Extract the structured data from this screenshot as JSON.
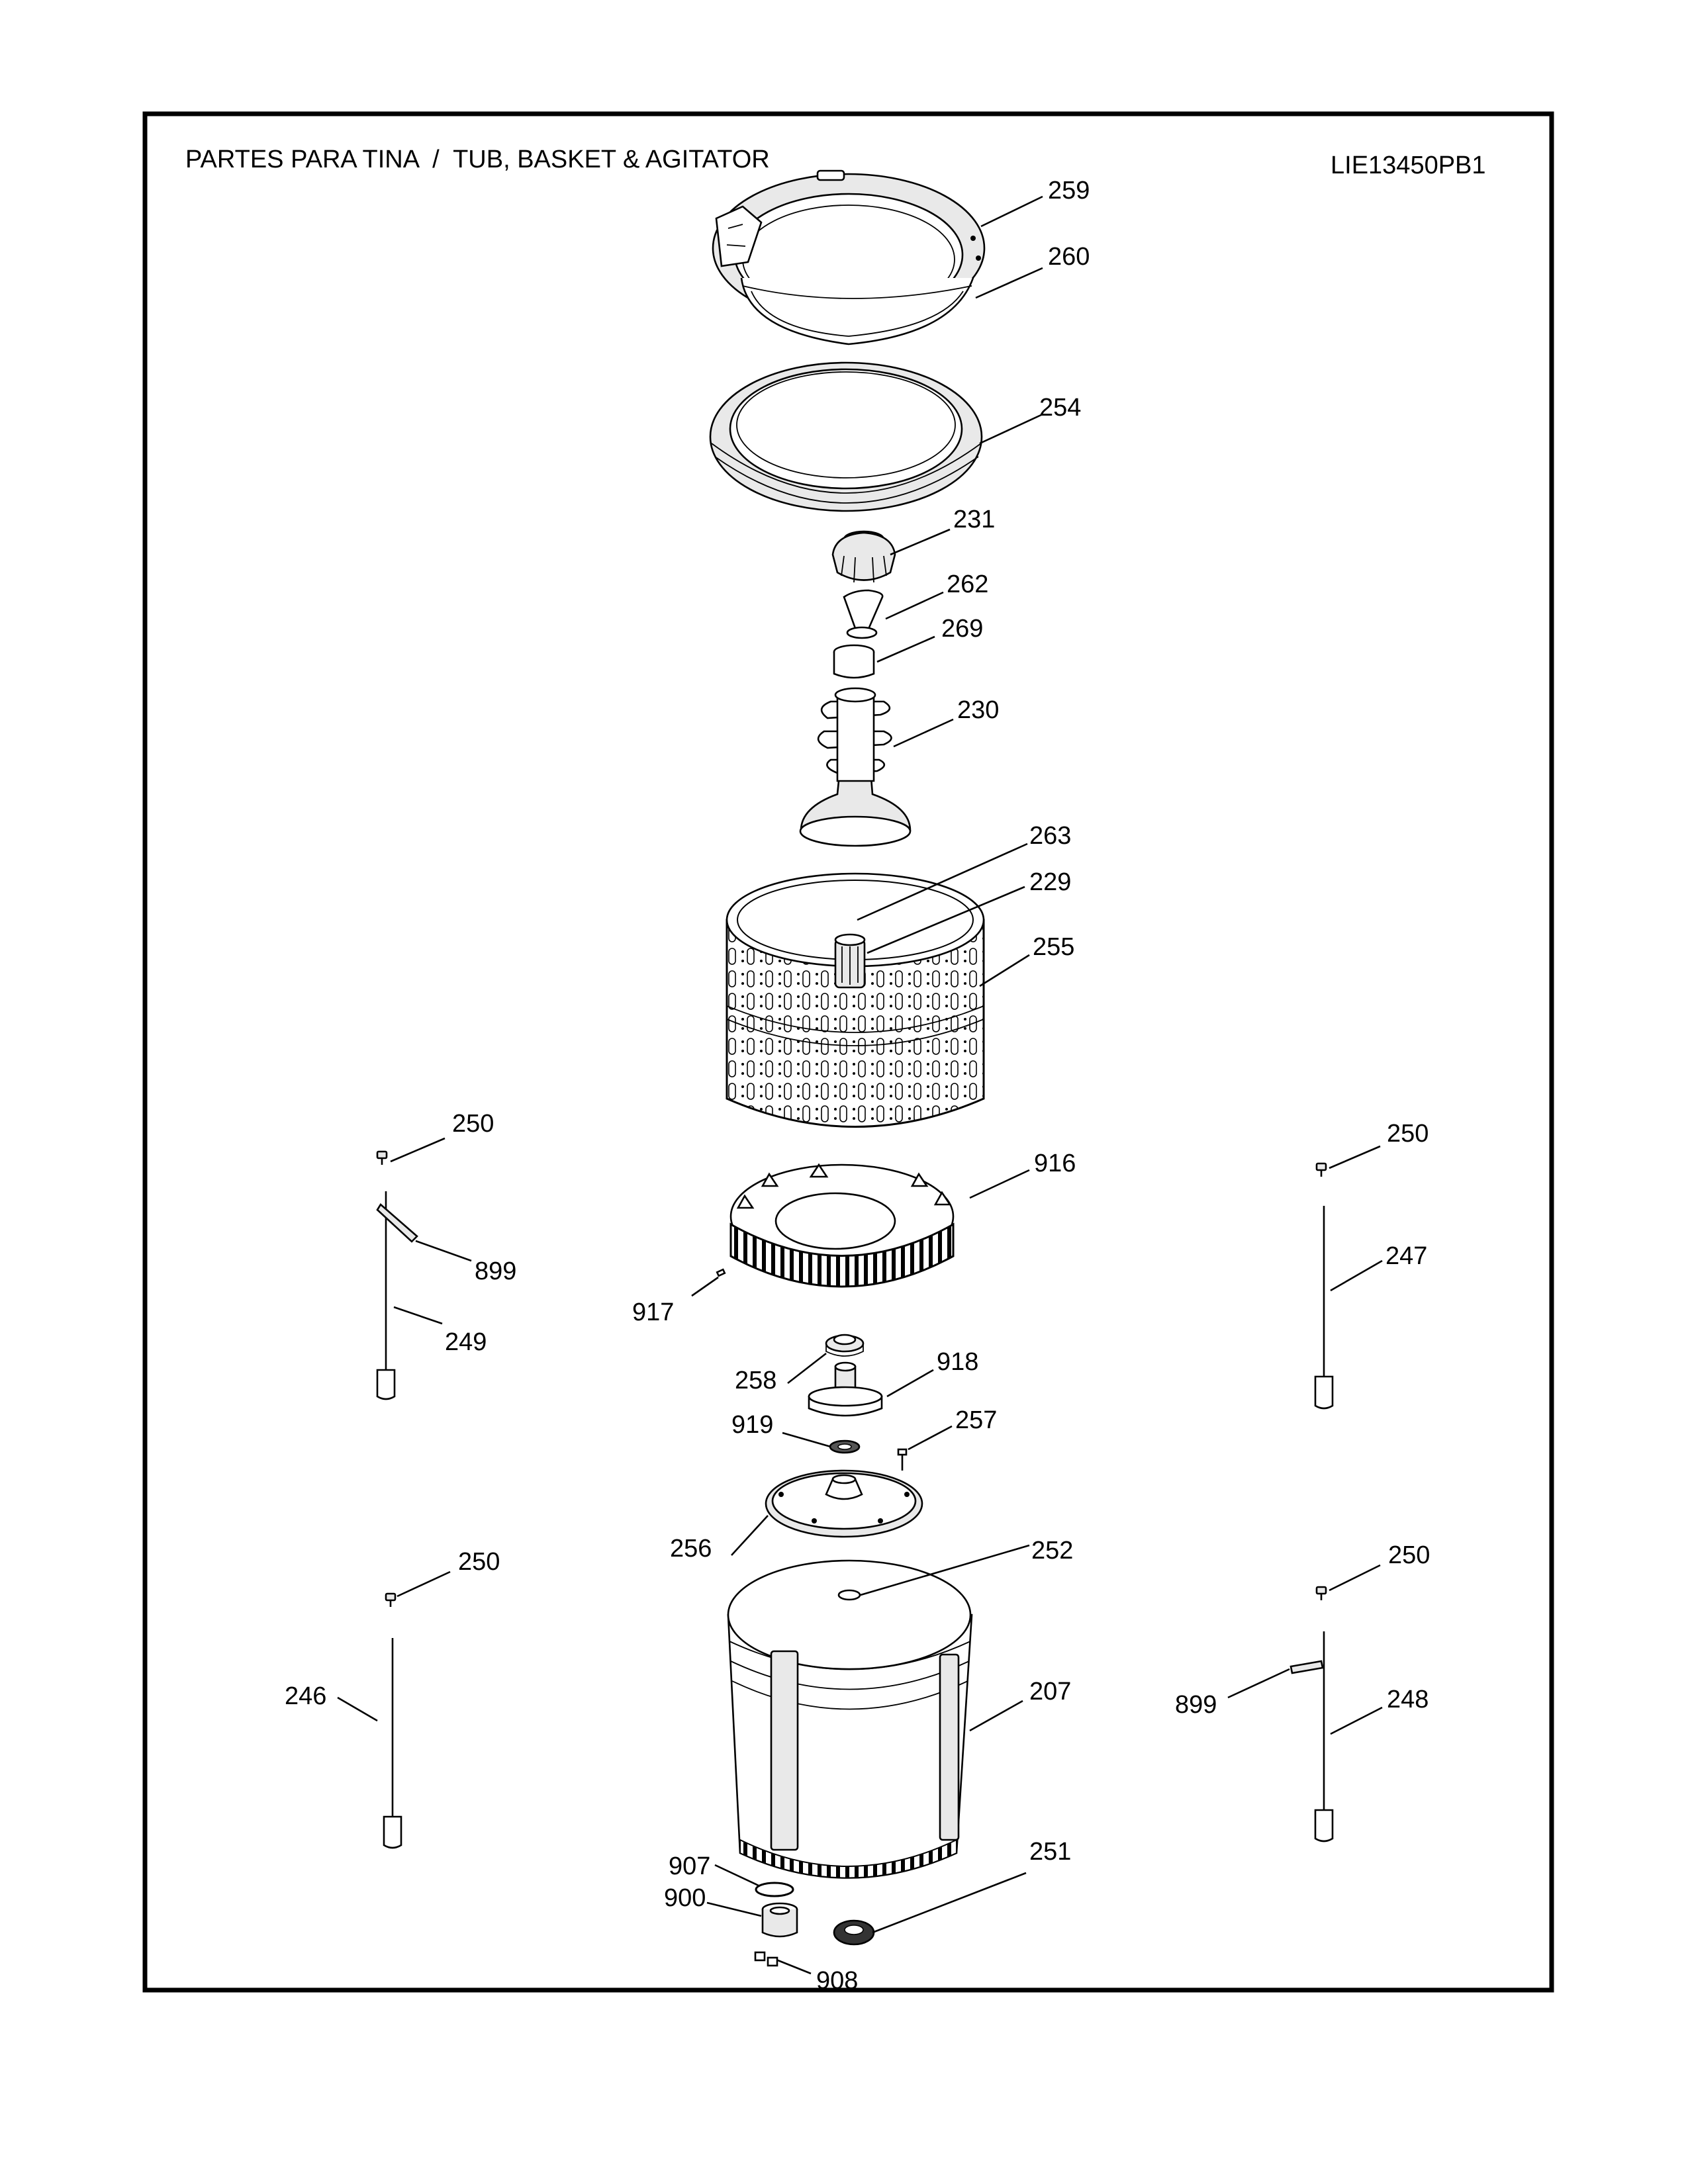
{
  "header": {
    "title": "PARTES PARA TINA  /  TUB, BASKET & AGITATOR",
    "model": "LIE13450PB1"
  },
  "callouts": {
    "c259": "259",
    "c260": "260",
    "c254": "254",
    "c231": "231",
    "c262": "262",
    "c269": "269",
    "c230": "230",
    "c263": "263",
    "c229": "229",
    "c255": "255",
    "c916": "916",
    "c917": "917",
    "c258": "258",
    "c918": "918",
    "c919": "919",
    "c257": "257",
    "c256": "256",
    "c252": "252",
    "c207": "207",
    "c907": "907",
    "c900": "900",
    "c251": "251",
    "c908": "908",
    "c250_ul": "250",
    "c899_l": "899",
    "c249": "249",
    "c250_ur": "250",
    "c247": "247",
    "c250_ll": "250",
    "c246": "246",
    "c250_lr": "250",
    "c899_r": "899",
    "c248": "248"
  }
}
